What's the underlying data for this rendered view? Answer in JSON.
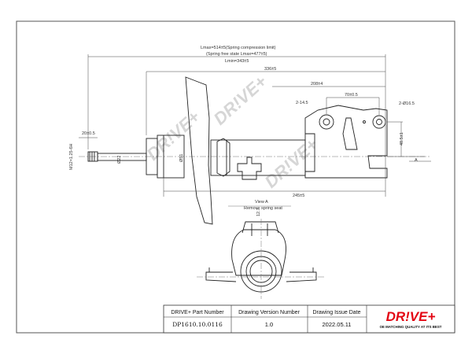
{
  "dimensions": {
    "lmax": "Lmax=514±5(Spring compression limit)",
    "spring_free": "(Spring free state Lmax=477±5)",
    "lmin": "Lmin=343±5",
    "d336": "336±5",
    "d208": "208±4",
    "d70": "70±0.5",
    "d20": "20±0.5",
    "thread": "M12×1.25-6H",
    "d22": "Ø22",
    "d51": "Ø51",
    "d245": "245±5",
    "angle_small": "2-14.5",
    "angle_hole": "2-Ø16.5",
    "d48": "48.5±1",
    "view": "View A",
    "remove_spring": "Remove spring seat",
    "d12": "12.7",
    "label_a": "A",
    "label_a2": "A"
  },
  "title_block": {
    "part_header": "DRIVE+ Part Number",
    "version_header": "Drawing Version Number",
    "date_header": "Drawing Issue Date",
    "part_value": "DP1610.10.0116",
    "version_value": "1.0",
    "date_value": "2022.05.11"
  },
  "logo": {
    "brand": "DR!VE+",
    "tagline": "OE MATCHING QUALITY AT ITS BEST",
    "brand_color": "#e30613"
  },
  "watermark": "DR!VE+"
}
